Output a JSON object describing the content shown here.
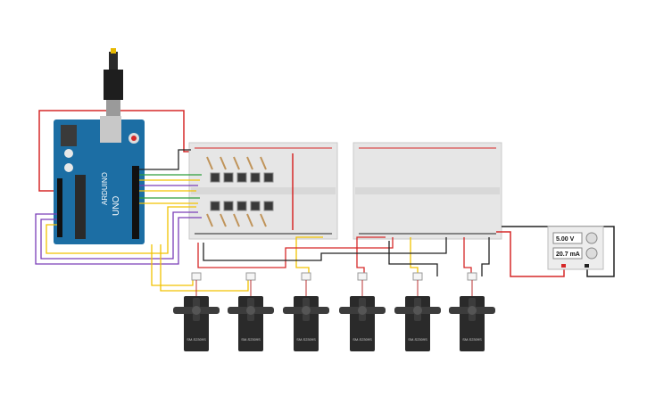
{
  "power_supply": {
    "voltage": "5.00 V",
    "current": "20.7 mA"
  },
  "arduino": {
    "brand": "ARDUINO",
    "model": "UNO"
  },
  "servos": [
    {
      "label": "SM-S2309S"
    },
    {
      "label": "SM-S2309S"
    },
    {
      "label": "SM-S2309S"
    },
    {
      "label": "SM-S2309S"
    },
    {
      "label": "SM-S2309S"
    },
    {
      "label": "SM-S2309S"
    }
  ],
  "colors": {
    "board": "#1c6ea4",
    "breadboard": "#e6e6e6",
    "wire_red": "#d62828",
    "wire_black": "#222222",
    "wire_yellow": "#f2c200",
    "wire_green": "#2e9e3a",
    "wire_purple": "#7a3db8",
    "servo": "#2a2a2a"
  }
}
